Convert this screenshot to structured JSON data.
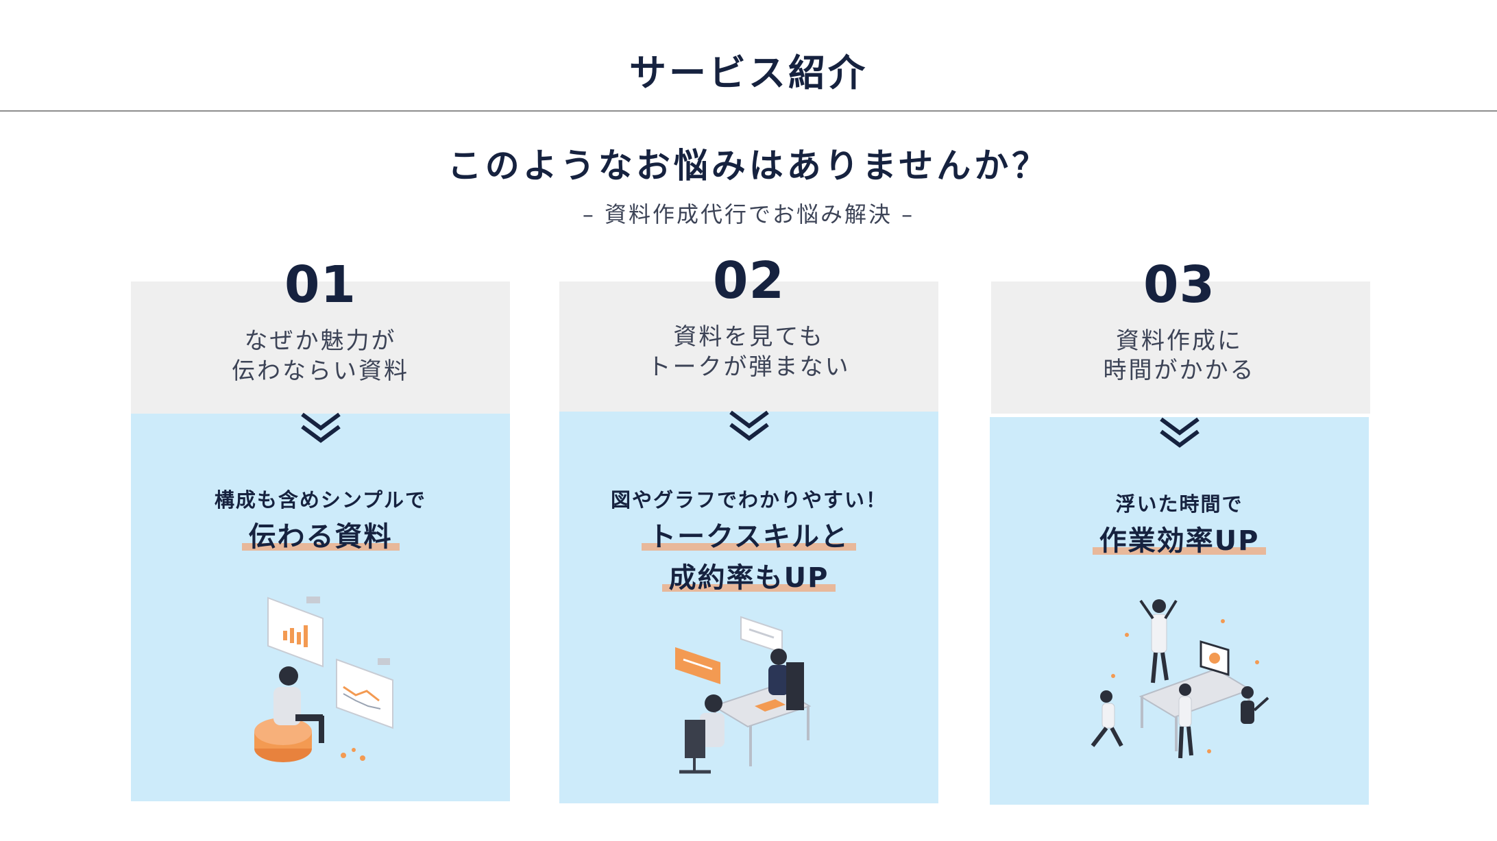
{
  "page_title": "サービス紹介",
  "heading": "このようなお悩みはありませんか？",
  "subheading": "– 資料作成代行でお悩み解決 –",
  "cards": [
    {
      "number": "01",
      "problem": [
        "なぜか魅力が",
        "伝わならい資料"
      ],
      "solution_small": "構成も含めシンプルで",
      "solution_big": [
        "伝わる資料"
      ]
    },
    {
      "number": "02",
      "problem": [
        "資料を見ても",
        "トークが弾まない"
      ],
      "solution_small": "図やグラフでわかりやすい！",
      "solution_big": [
        "トークスキルと",
        "成約率もUP"
      ]
    },
    {
      "number": "03",
      "problem": [
        "資料作成に",
        "時間がかかる"
      ],
      "solution_small": "浮いた時間で",
      "solution_big": [
        "作業効率UP"
      ]
    }
  ],
  "icons": {
    "chevron": "double-chevron-down-icon",
    "illustration_1": "person-analyzing-charts-illustration",
    "illustration_2": "business-meeting-illustration",
    "illustration_3": "celebrating-team-illustration"
  },
  "colors": {
    "navy": "#16223f",
    "card_top": "#efefef",
    "card_bottom": "#cdebfa",
    "highlight": "#e8b89a",
    "accent_orange": "#f39a52"
  }
}
